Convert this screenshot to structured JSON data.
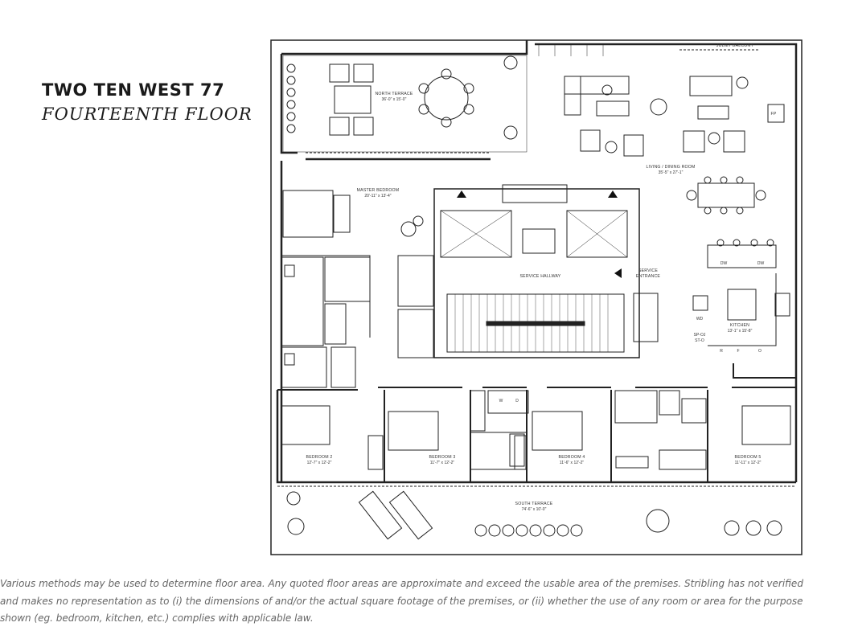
{
  "header": {
    "building": "TWO TEN WEST 77",
    "floor": "FOURTEENTH FLOOR"
  },
  "plan": {
    "juliet_balcony": "JULIET BALCONY",
    "fireplace": "FP",
    "rooms": {
      "north_terrace": {
        "name": "NORTH TERRACE",
        "dims": "36'-0\" x 15'-0\""
      },
      "living": {
        "name": "LIVING / DINING ROOM",
        "dims": "35'-5\" x 27'-1\""
      },
      "master": {
        "name": "MASTER BEDROOM",
        "dims": "20'-11\" x 13'-4\""
      },
      "service_hallway": {
        "name": "SERVICE HALLWAY"
      },
      "service_entrance": {
        "line1": "SERVICE",
        "line2": "ENTRANCE"
      },
      "kitchen": {
        "name": "KITCHEN",
        "dims": "13'-1\" x 15'-8\""
      },
      "bedroom2": {
        "name": "BEDROOM 2",
        "dims": "12'-7\" x 12'-2\""
      },
      "bedroom3": {
        "name": "BEDROOM 3",
        "dims": "11'-7\" x 12'-2\""
      },
      "bedroom4": {
        "name": "BEDROOM 4",
        "dims": "11'-6\" x 12'-2\""
      },
      "bedroom5": {
        "name": "BEDROOM 5",
        "dims": "11'-11\" x 12'-2\""
      },
      "south_terrace": {
        "name": "SOUTH TERRACE",
        "dims": "74'-6\" x 10'-0\""
      }
    },
    "appliances": {
      "dw": "DW",
      "wd": "WD",
      "w": "W",
      "d": "D",
      "r": "R",
      "f": "F",
      "o": "O",
      "sp_o": "SP-OJ",
      "st_o": "ST-O"
    }
  },
  "disclaimer": {
    "line1": "Various methods may be used to determine floor area. Any quoted floor areas are approximate and exceed the usable area of the premises. Stribling has not verified",
    "line2": "and makes no representation as to (i) the dimensions of and/or the actual square footage of the premises, or (ii) whether the use of any room or area for the purpose",
    "line3": "shown (eg. bedroom, kitchen, etc.) complies with applicable law."
  }
}
